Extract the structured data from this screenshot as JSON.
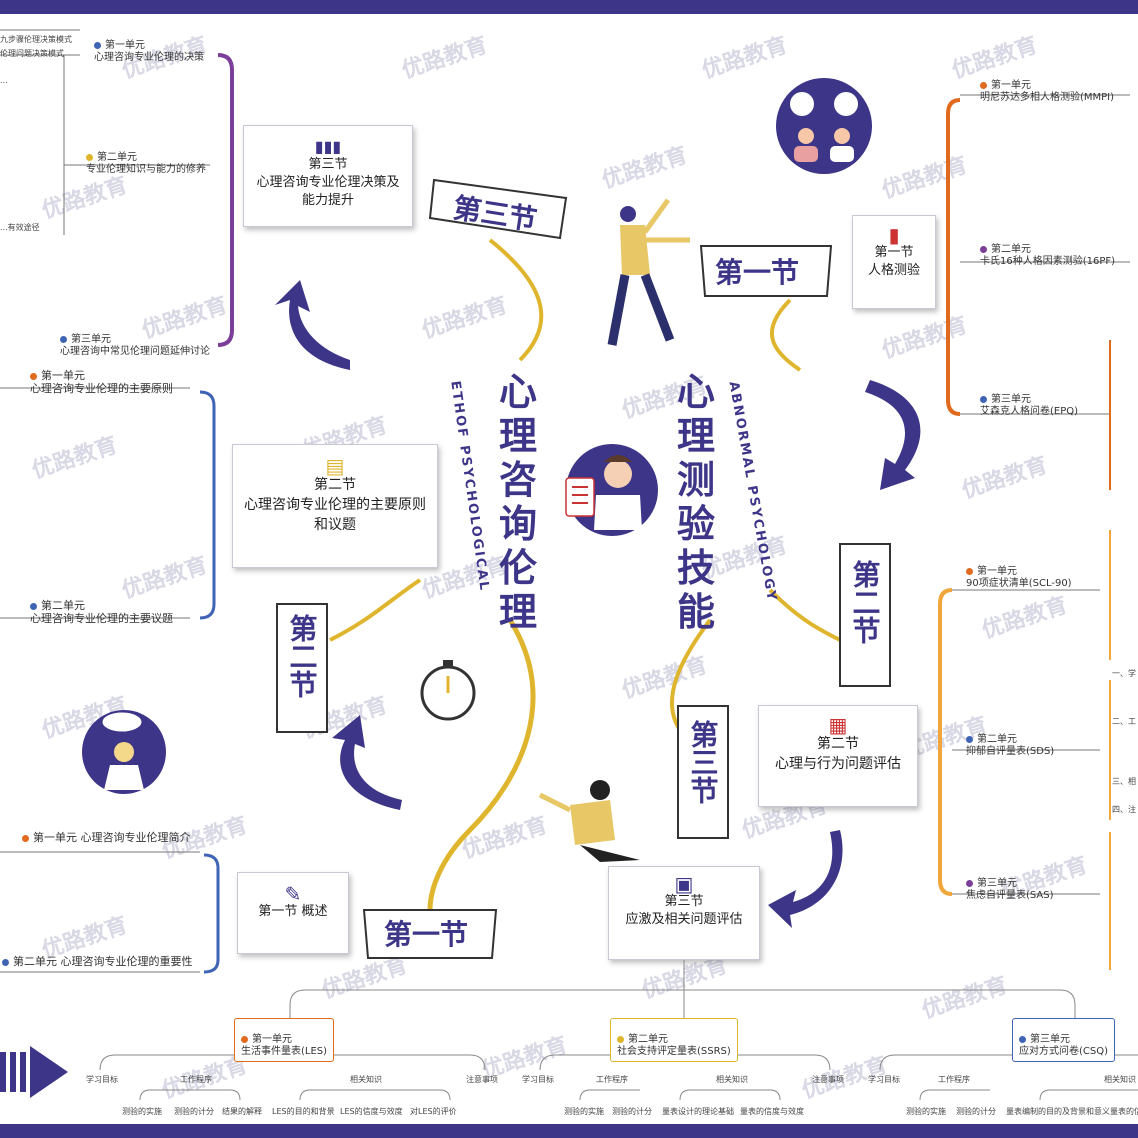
{
  "center": {
    "left_title": "心理咨询伦理",
    "right_title": "心理测验技能",
    "left_arc": "ETHOF PSYCHOLOGICAL",
    "right_arc": "ABNORMAL PSYCHOLOGY"
  },
  "banners": {
    "left_third": "第三节",
    "right_first": "第一节",
    "left_second": "第二节",
    "right_second": "第二节",
    "right_third": "第三节",
    "left_first": "第一节"
  },
  "sections": {
    "ethics_s3": "第三节\n心理咨询专业伦理决策及能力提升",
    "ethics_s2": "第二节\n心理咨询专业伦理的主要原则和议题",
    "ethics_s1": "第一节 概述",
    "test_s1": "第一节\n人格测验",
    "test_s2": "第二节\n心理与行为问题评估",
    "test_s3": "第三节\n应激及相关问题评估"
  },
  "left_units": {
    "s3_u1": "第一单元\n心理咨询专业伦理的决策",
    "s3_u2": "第二单元\n专业伦理知识与能力的修养",
    "s3_u3": "第三单元\n心理咨询中常见伦理问题延伸讨论",
    "s2_u1": "第一单元\n心理咨询专业伦理的主要原则",
    "s2_u2": "第二单元\n心理咨询专业伦理的主要议题",
    "s1_u1": "第一单元 心理咨询专业伦理简介",
    "s1_u2": "第二单元 心理咨询专业伦理的重要性"
  },
  "left_tiny": [
    "九步骤伦理决策模式",
    "伦理问题决策模式",
    "...",
    "...",
    "...有效途径"
  ],
  "right_units": {
    "p_u1": "第一单元\n明尼苏达多相人格测验(MMPI)",
    "p_u2": "第二单元\n卡氏16种人格因素测验(16PF)",
    "p_u3": "第三单元\n艾森克人格问卷(EPQ)",
    "b_u1": "第一单元\n90项症状清单(SCL-90)",
    "b_u2": "第二单元\n抑郁自评量表(SDS)",
    "b_u3": "第三单元\n焦虑自评量表(SAS)"
  },
  "right_tiny": [
    "一、学",
    "二、工",
    "三、相",
    "四、注"
  ],
  "bottom_units": {
    "u1": "第一单元\n生活事件量表(LES)",
    "u2": "第二单元\n社会支持评定量表(SSRS)",
    "u3": "第三单元\n应对方式问卷(CSQ)"
  },
  "bottom_level1": [
    "学习目标",
    "工作程序",
    "相关知识",
    "注意事项",
    "学习目标",
    "工作程序",
    "相关知识",
    "注意事项",
    "学习目标",
    "工作程序",
    "相关知识"
  ],
  "bottom_level2": [
    "测验的实施",
    "测验的计分",
    "结果的解释",
    "LES的目的和背景",
    "LES的信度与效度",
    "对LES的评价",
    "测验的实施",
    "测验的计分",
    "量表设计的理论基础",
    "量表的信度与效度",
    "测验的实施",
    "测验的计分",
    "量表编制的目的及背景和意义",
    "量表的信..."
  ],
  "watermark": "优路教育",
  "colors": {
    "brand": "#3d3587",
    "gold": "#e0b52e",
    "purple_bracket": "#7b3f99",
    "blue_bracket": "#3f63b5",
    "orange_bracket": "#e06a1e",
    "gold_bracket": "#f0a63b"
  }
}
